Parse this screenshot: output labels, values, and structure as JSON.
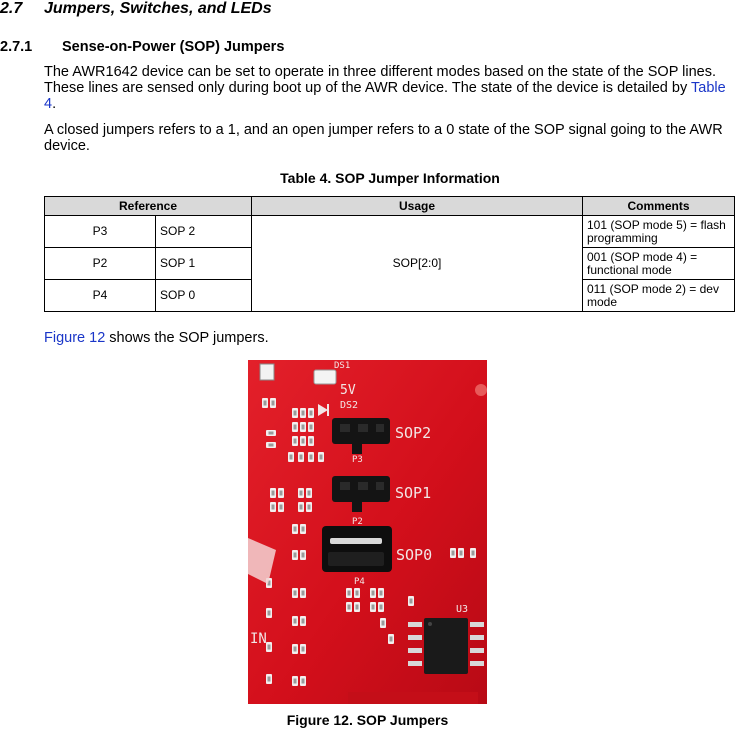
{
  "section": {
    "number": "2.7",
    "title": "Jumpers, Switches, and LEDs"
  },
  "subsection": {
    "number": "2.7.1",
    "title": "Sense-on-Power (SOP) Jumpers"
  },
  "paragraph1": {
    "text": "The AWR1642 device can be set to operate in three different modes based on the state of the SOP lines. These lines are sensed only during boot up of the AWR device. The state of the device is detailed by ",
    "link": "Table 4",
    "end": "."
  },
  "paragraph2": {
    "text": "A closed jumpers refers to a 1, and an open jumper refers to a 0 state of the SOP signal going to the AWR device."
  },
  "table": {
    "caption": "Table 4. SOP Jumper Information",
    "headers": {
      "reference": "Reference",
      "usage": "Usage",
      "comments": "Comments"
    },
    "rows": [
      {
        "header": "P3",
        "signal": "SOP 2",
        "comment": "101 (SOP mode 5) = flash programming"
      },
      {
        "header": "P2",
        "signal": "SOP 1",
        "comment": "001 (SOP mode 4) = functional mode"
      },
      {
        "header": "P4",
        "signal": "SOP 0",
        "comment": "011 (SOP mode 2) = dev mode"
      }
    ],
    "usage": "SOP[2:0]"
  },
  "figure_ref": {
    "link": "Figure 12",
    "text": " shows the SOP jumpers."
  },
  "figure": {
    "caption": "Figure 12. SOP Jumpers",
    "silkscreen": {
      "ds1": "DS1",
      "ds2": "DS2",
      "v5": "5V",
      "sop2": "SOP2",
      "p3": "P3",
      "sop1": "SOP1",
      "p2": "P2",
      "sop0": "SOP0",
      "p4": "P4",
      "u3": "U3",
      "in": "IN"
    },
    "colors": {
      "board": "#d8101c",
      "jumper": "#141414",
      "silkscreen": "#f2e6e6"
    }
  }
}
